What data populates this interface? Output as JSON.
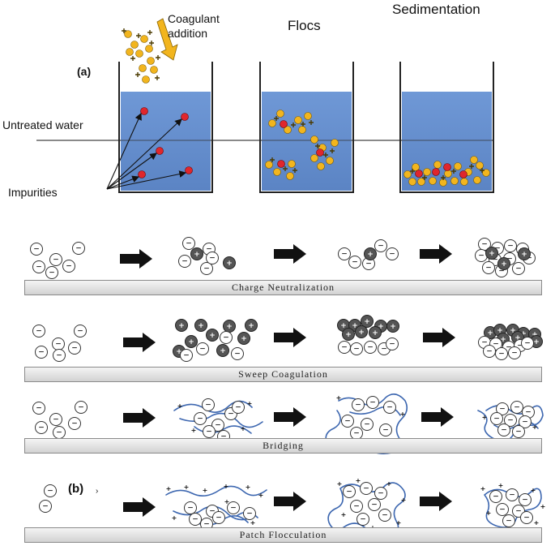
{
  "panel_a": {
    "label": "(a)",
    "coagulant_label": "Coagulant\naddition",
    "flocs_label": "Flocs",
    "sedimentation_label": "Sedimentation",
    "untreated_label": "Untreated water",
    "impurities_label": "Impurities"
  },
  "panel_b": {
    "label": "(b)",
    "stray_mark": "›"
  },
  "mechanisms": [
    {
      "name": "Charge Neutralization"
    },
    {
      "name": "Sweep Coagulation"
    },
    {
      "name": "Bridging"
    },
    {
      "name": "Patch Flocculation"
    }
  ],
  "symbols": {
    "minus": "−",
    "plus": "+"
  },
  "colors": {
    "water": "#6f98d6",
    "water_dark": "#5b84c4",
    "coagulant": "#f2b51e",
    "impurity": "#e0262c",
    "polymer": "#3d67b0",
    "dark_particle": "#555555"
  }
}
